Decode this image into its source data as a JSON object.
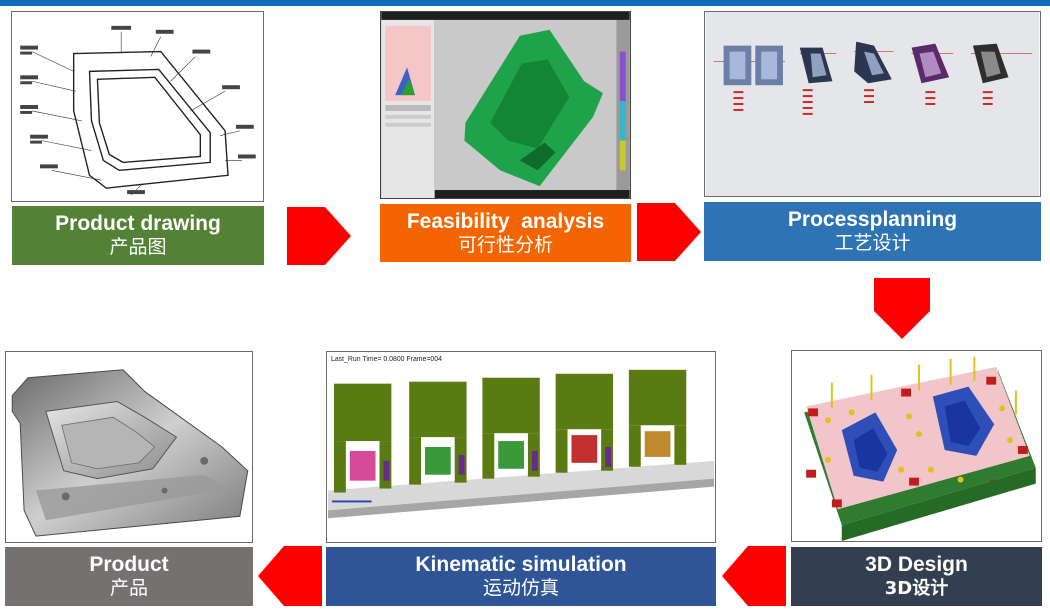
{
  "colors": {
    "topbar": "#0b6bb7",
    "arrow": "#ff0000",
    "product_drawing": "#538135",
    "feasibility": "#f46500",
    "process_planning": "#2e74b5",
    "design_3d": "#333f50",
    "kinematic": "#2f5597",
    "product": "#767171"
  },
  "steps": [
    {
      "en": "Product drawing",
      "cn": "产品图",
      "image": "product-drawing-image"
    },
    {
      "en": "Feasibility  analysis",
      "cn": "可行性分析",
      "image": "feasibility-analysis-image"
    },
    {
      "en": "Processplanning",
      "cn": "工艺设计",
      "image": "process-planning-image"
    },
    {
      "en": "3D Design",
      "cn": "3D设计",
      "image": "3d-design-image"
    },
    {
      "en": "Kinematic simulation",
      "cn": "运动仿真",
      "image": "kinematic-simulation-image"
    },
    {
      "en": "Product",
      "cn": "产品",
      "image": "product-image"
    }
  ],
  "simulation_header": "Last_Run  Time= 0.0800 Frame=004",
  "arrows": [
    "arrow-right",
    "arrow-right",
    "arrow-down",
    "arrow-left",
    "arrow-left"
  ]
}
